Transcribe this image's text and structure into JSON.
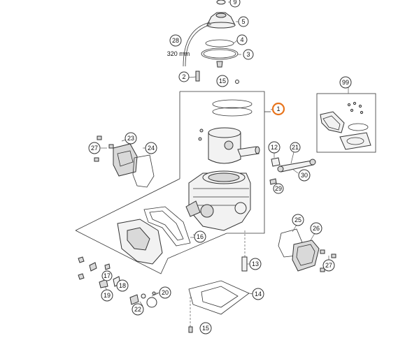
{
  "callouts": {
    "c1": "1",
    "c2": "2",
    "c3": "3",
    "c4": "4",
    "c5": "5",
    "c9": "9",
    "c12": "12",
    "c13": "13",
    "c14": "14",
    "c15a": "15",
    "c15b": "15",
    "c16": "16",
    "c17": "17",
    "c18": "18",
    "c19": "19",
    "c20": "20",
    "c21": "21",
    "c22": "22",
    "c23": "23",
    "c24": "24",
    "c25": "25",
    "c26": "26",
    "c27a": "27",
    "c27b": "27",
    "c28": "28",
    "c29": "29",
    "c30": "30",
    "c99": "99"
  },
  "hose_length": "320 mm",
  "highlight_color": "#e8741c"
}
